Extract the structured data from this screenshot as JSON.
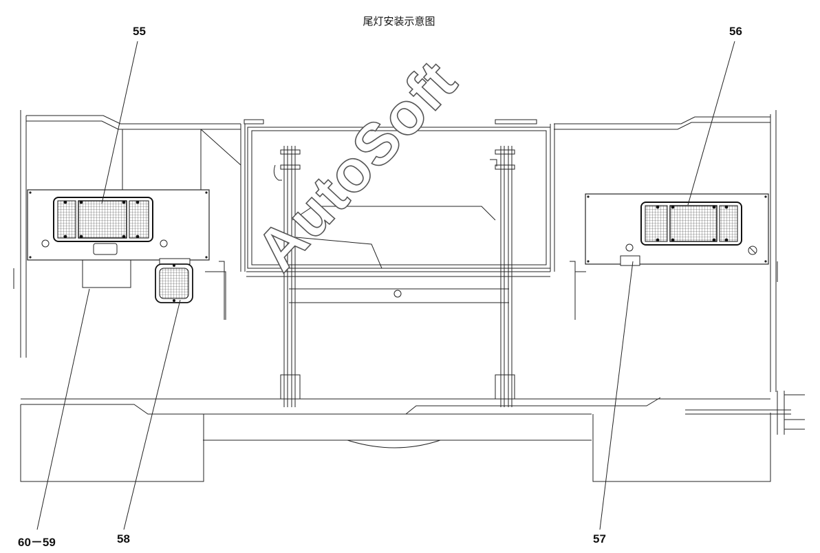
{
  "title": "尾灯安装示意图",
  "callouts": {
    "c55": "55",
    "c56": "56",
    "c57": "57",
    "c58": "58",
    "c60_59": "60－59"
  },
  "watermark": "AutoSoft",
  "colors": {
    "line": "#222222",
    "thin": "#666666",
    "background": "#ffffff"
  }
}
